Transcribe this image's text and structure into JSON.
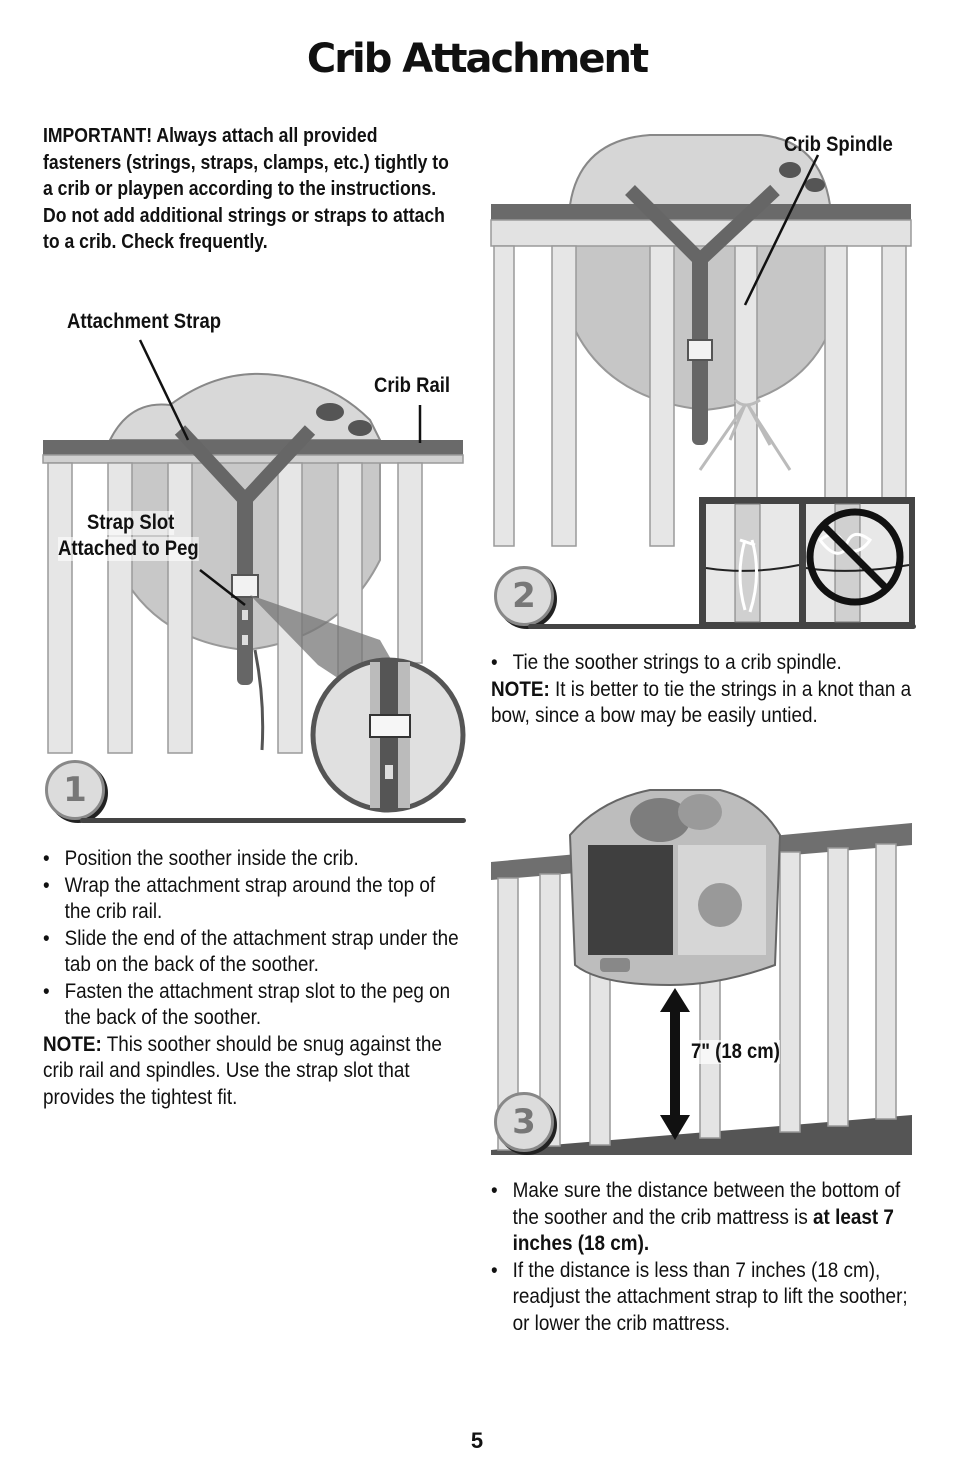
{
  "title": "Crib Attachment",
  "important": "IMPORTANT! Always attach all provided fasteners (strings, straps, clamps, etc.) tightly to a crib or playpen according to the instructions. Do not add additional strings or straps to attach to a crib. Check frequently.",
  "step1": {
    "number": "1",
    "labels": {
      "attachment_strap": "Attachment Strap",
      "crib_rail": "Crib Rail",
      "strap_slot_line1": "Strap Slot",
      "strap_slot_line2": "Attached to Peg"
    },
    "bullets": [
      "Position the soother inside the crib.",
      "Wrap the attachment strap around the top of the crib rail.",
      "Slide the end of the attachment strap under the tab on the back of the soother.",
      "Fasten the attachment strap slot to the peg on the back of the soother."
    ],
    "note_label": "NOTE:",
    "note_text": " This soother should be snug against the crib rail and spindles. Use the strap slot that provides the tightest fit."
  },
  "step2": {
    "number": "2",
    "labels": {
      "crib_spindle": "Crib Spindle"
    },
    "bullet": "Tie the soother strings to a crib spindle.",
    "note_label": "NOTE:",
    "note_text": " It is better to tie the strings in a knot than a bow, since a bow may be easily untied."
  },
  "step3": {
    "number": "3",
    "measurement": "7\" (18 cm)",
    "bullet1_text": "Make sure the distance between the bottom of the soother and the crib mattress is ",
    "bullet1_bold": "at least 7 inches (18 cm).",
    "bullet2": "If the distance is less than 7 inches (18 cm), readjust the attachment strap to lift the soother; or lower the crib mattress."
  },
  "page_number": "5"
}
